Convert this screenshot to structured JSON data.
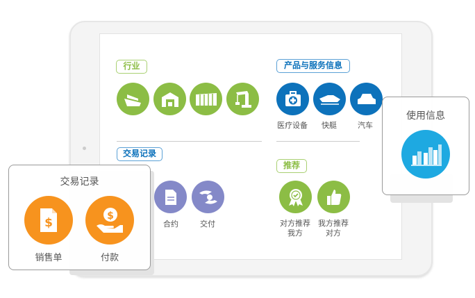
{
  "colors": {
    "green": "#8cbd45",
    "blue": "#0d72bb",
    "purple": "#8489c8",
    "orange": "#f7931e",
    "sky": "#1ea9e1"
  },
  "industry": {
    "tag": "行业",
    "icons": [
      "ship-icon",
      "warehouse-icon",
      "container-icon",
      "crane-icon"
    ]
  },
  "products": {
    "tag": "产品与服务信息",
    "items": [
      {
        "icon": "medical-kit-icon",
        "label": "医疗设备"
      },
      {
        "icon": "speedboat-icon",
        "label": "快艇"
      },
      {
        "icon": "car-icon",
        "label": "汽车"
      }
    ]
  },
  "transactions": {
    "tag": "交易记录",
    "items": [
      {
        "icon": "cart-document-icon"
      },
      {
        "icon": "document-icon",
        "label": "合约"
      },
      {
        "icon": "handover-icon",
        "label": "交付"
      }
    ]
  },
  "recommend": {
    "tag": "推荐",
    "items": [
      {
        "icon": "award-icon",
        "label1": "对方推荐",
        "label2": "我方"
      },
      {
        "icon": "thumbs-up-icon",
        "label1": "我方推荐",
        "label2": "对方"
      }
    ]
  },
  "trade_card": {
    "title": "交易记录",
    "items": [
      {
        "icon": "invoice-dollar-icon",
        "label": "销售单"
      },
      {
        "icon": "hand-coin-icon",
        "label": "付款"
      }
    ]
  },
  "usage_card": {
    "title": "使用信息",
    "icon": "bar-chart-icon"
  }
}
